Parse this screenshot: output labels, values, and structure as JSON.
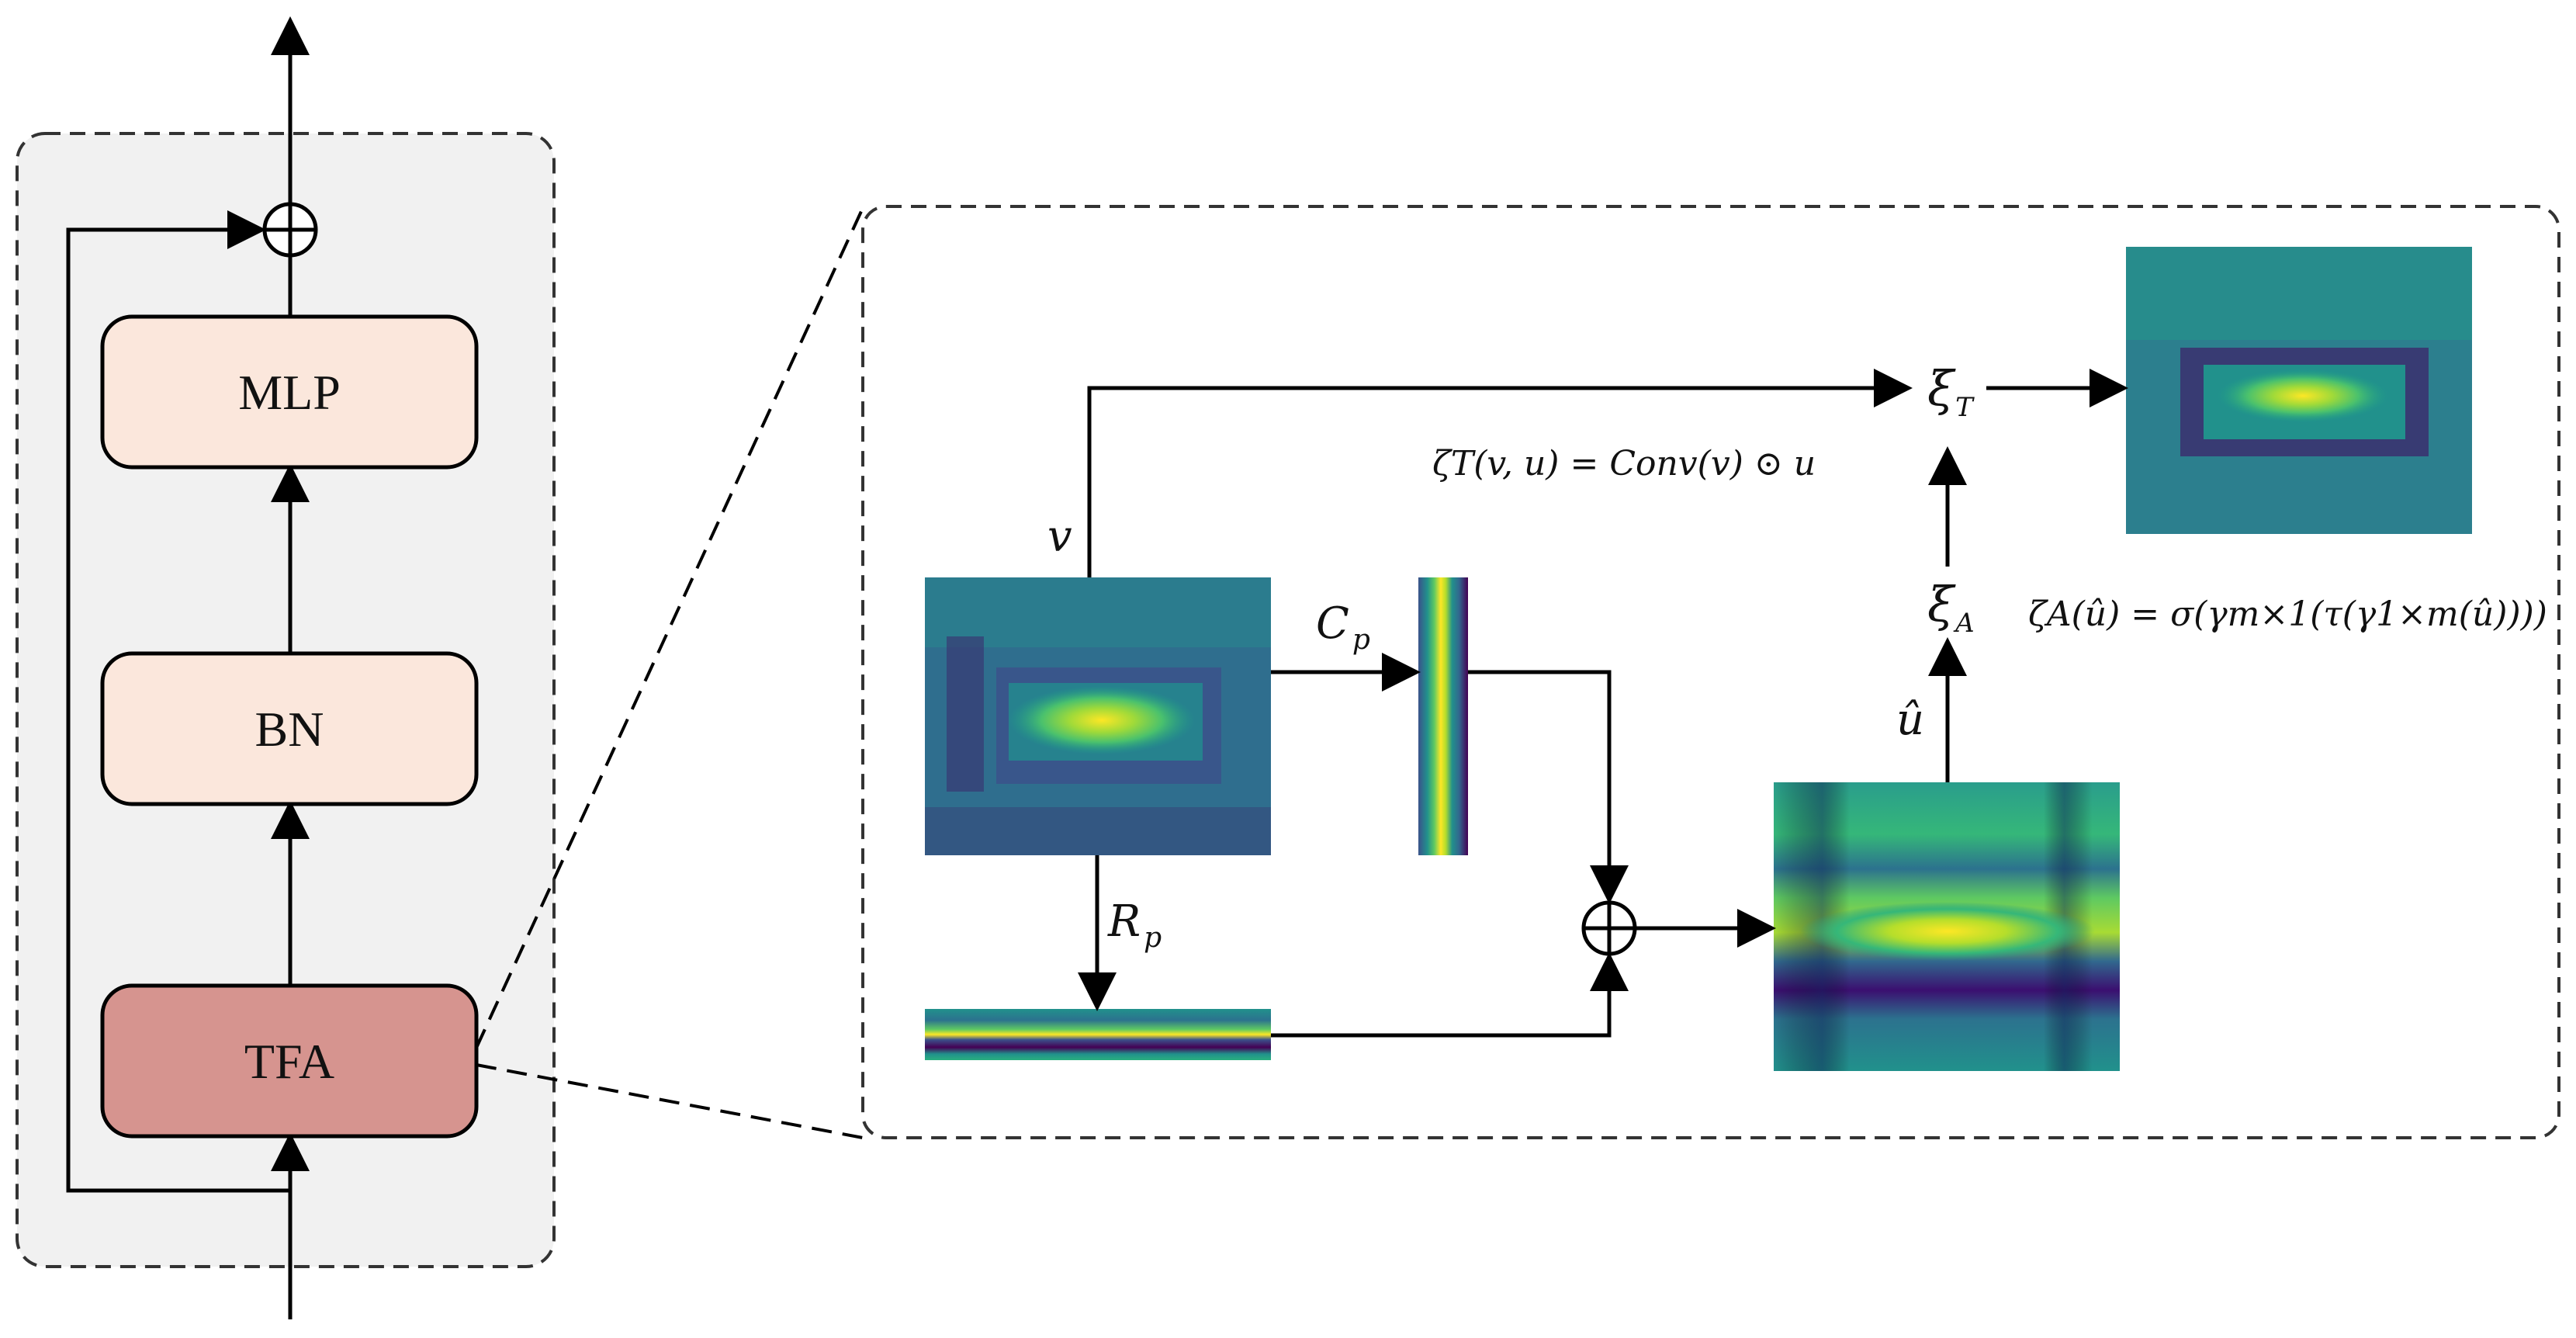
{
  "blocks": {
    "mlp": "MLP",
    "bn": "BN",
    "tfa": "TFA"
  },
  "symbols": {
    "v": "v",
    "c": "C",
    "c_sub": "p",
    "r": "R",
    "r_sub": "p",
    "u_hat": "û",
    "xi": "ξ",
    "xi_t_sub": "T",
    "xi_a_sub": "A"
  },
  "formulas": {
    "zeta_t": "ζT(v, u) = Conv(v) ⊙ u",
    "zeta_a": "ζA(û) = σ(γm×1(τ(γ1×m(û))))"
  },
  "colors": {
    "block_light": "#fbe7dc",
    "block_dark": "#d6948f",
    "panel_bg": "#f1f1f1",
    "viridis_dark": "#440154",
    "viridis_teal": "#21918c",
    "viridis_yellow": "#fde725"
  }
}
